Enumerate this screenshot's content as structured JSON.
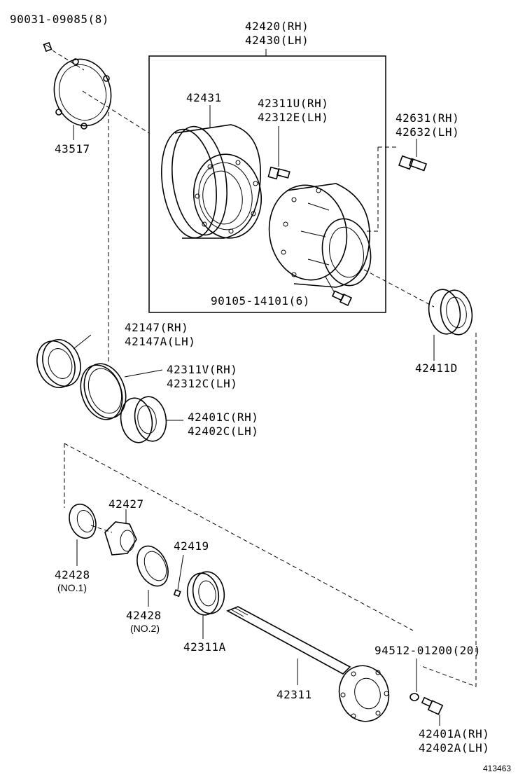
{
  "parts": {
    "bolt_top_left": "90031-09085(8)",
    "hub_assy_rh": "42420(RH)",
    "hub_assy_lh": "42430(LH)",
    "retainer": "43517",
    "drum": "42431",
    "hub_bolt_rh": "42311U(RH)",
    "hub_bolt_lh": "42312E(LH)",
    "stud_rh": "42631(RH)",
    "stud_lh": "42632(LH)",
    "hub_screw": "90105-14101(6)",
    "seal_rh": "42147(RH)",
    "seal_lh": "42147A(LH)",
    "bearing_outer": "42411D",
    "spacer_rh": "42311V(RH)",
    "spacer_lh": "42312C(LH)",
    "bearing_rh": "42401C(RH)",
    "bearing_lh": "42402C(LH)",
    "nut": "42427",
    "washer1": "42428",
    "washer1_note": "(NO.1)",
    "screw_small": "42419",
    "washer2": "42428",
    "washer2_note": "(NO.2)",
    "seal_inner": "42311A",
    "axle_shaft": "42311",
    "nut_flange": "94512-01200(20)",
    "flange_bolt_rh": "42401A(RH)",
    "flange_bolt_lh": "42402A(LH)",
    "diagram_id": "413463"
  }
}
